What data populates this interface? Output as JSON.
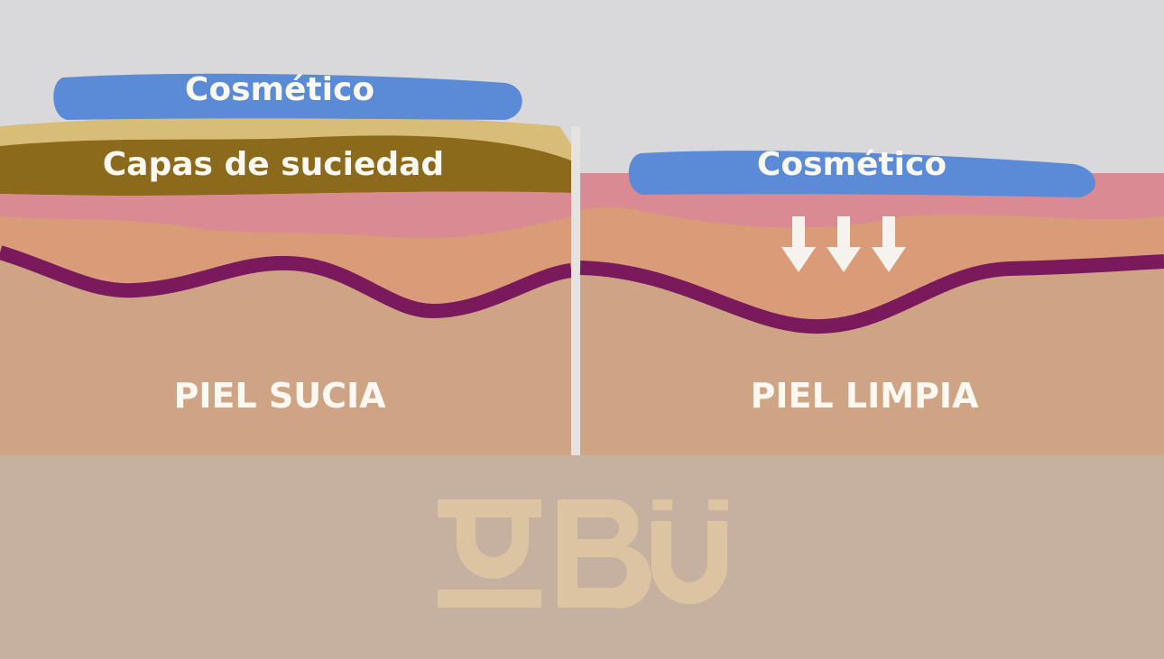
{
  "left_panel": {
    "cosmetic_label": "Cosmético",
    "dirt_label": "Capas de suciedad",
    "title": "PIEL SUCIA"
  },
  "right_panel": {
    "cosmetic_label": "Cosmético",
    "title": "PIEL LIMPIA",
    "arrow_icons": [
      "arrow-down-icon",
      "arrow-down-icon",
      "arrow-down-icon"
    ]
  },
  "logo": {
    "text": "UBU"
  },
  "colors": {
    "background": "#d9d9db",
    "cosmetic": "#5b8ad6",
    "dirt_light": "#d8bd78",
    "dirt_dark": "#8c6a1c",
    "epidermis_pink": "#d98a92",
    "epidermis_orange": "#d99b78",
    "basal_line": "#7a1a5c",
    "dermis": "#cea485",
    "footer": "#c6b09f",
    "logo": "#dcc4a3"
  }
}
